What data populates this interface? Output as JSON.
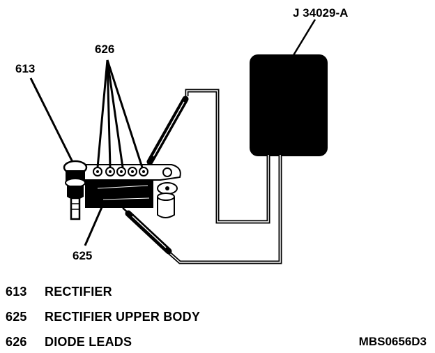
{
  "callouts": {
    "tool": "J 34029-A",
    "diode_leads": "626",
    "rectifier": "613",
    "upper_body": "625"
  },
  "legend": [
    {
      "num": "613",
      "label": "RECTIFIER"
    },
    {
      "num": "625",
      "label": "RECTIFIER UPPER BODY"
    },
    {
      "num": "626",
      "label": "DIODE LEADS"
    }
  ],
  "figure_code": "MBS0656D3"
}
